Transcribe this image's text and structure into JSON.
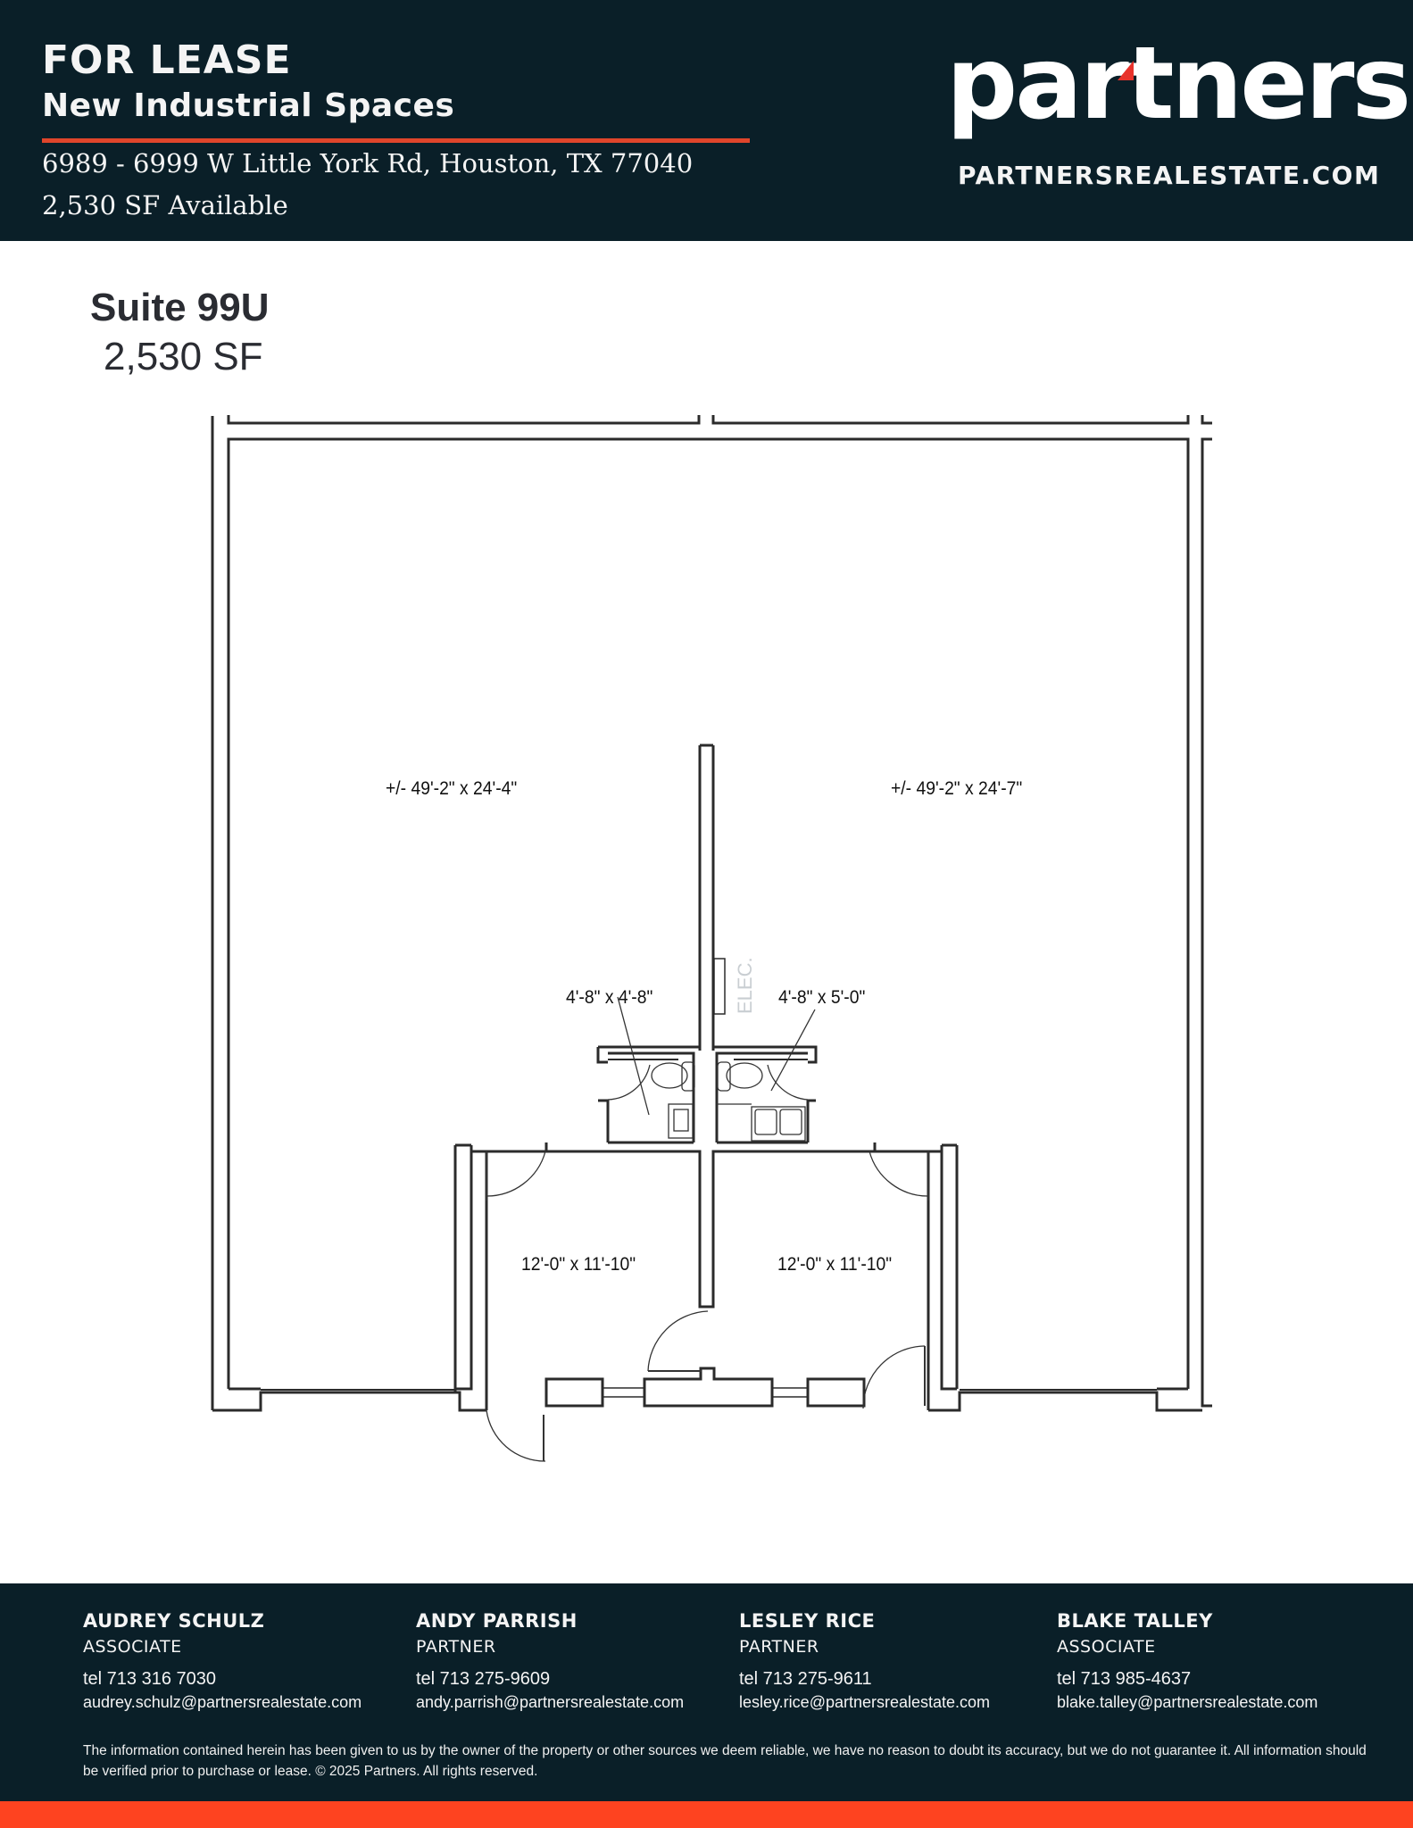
{
  "header": {
    "title": "FOR LEASE",
    "subtitle": "New Industrial Spaces",
    "address": "6989 - 6999 W Little York Rd, Houston, TX 77040",
    "available": "2,530 SF Available",
    "logo_text": "partners",
    "website": "PARTNERSREALESTATE.COM"
  },
  "suite": {
    "name": "Suite 99U",
    "area": "2,530 SF"
  },
  "floorplan": {
    "labels": {
      "warehouse_left": "+/- 49'-2\" x 24'-4\"",
      "warehouse_right": "+/- 49'-2\" x 24'-7\"",
      "restroom_left": "4'-8\" x 4'-8\"",
      "restroom_right": "4'-8\" x 5'-0\"",
      "office_left": "12'-0\" x 11'-10\"",
      "office_right": "12'-0\" x 11'-10\"",
      "elec": "ELEC."
    }
  },
  "contacts": [
    {
      "name": "AUDREY SCHULZ",
      "role": "ASSOCIATE",
      "tel": "tel 713 316 7030",
      "email": "audrey.schulz@partnersrealestate.com"
    },
    {
      "name": "ANDY PARRISH",
      "role": "PARTNER",
      "tel": "tel 713 275-9609",
      "email": "andy.parrish@partnersrealestate.com"
    },
    {
      "name": "LESLEY RICE",
      "role": "PARTNER",
      "tel": "tel 713 275-9611",
      "email": "lesley.rice@partnersrealestate.com"
    },
    {
      "name": "BLAKE TALLEY",
      "role": "ASSOCIATE",
      "tel": "tel 713 985-4637",
      "email": "blake.talley@partnersrealestate.com"
    }
  ],
  "disclaimer": "The information contained herein has been given to us by the owner of the property or other sources we deem reliable, we have no reason to doubt its accuracy, but we do not guarantee it. All information should be verified prior to purchase or lease. © 2025 Partners. All rights reserved.",
  "colors": {
    "navy": "#0a1f28",
    "accent_orange": "#fe4320",
    "rule_red": "#e0452b",
    "logo_red": "#e8322b"
  }
}
